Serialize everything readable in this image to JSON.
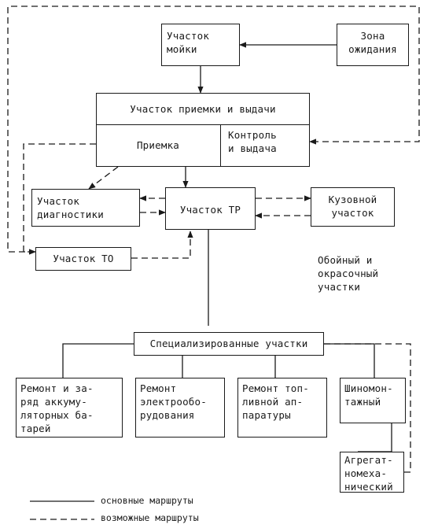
{
  "nodes": {
    "washing": "Участок\nмойки",
    "waiting": "Зона\nожидания",
    "reception_issue": "Участок приемки и выдачи",
    "reception": "Приемка",
    "control_issue": "Контроль\nи выдача",
    "diagnostics": "Участок\nдиагностики",
    "tr": "Участок ТР",
    "body": "Кузовной\nучасток",
    "to": "Участок ТО",
    "upholstery_paint": "Обойный и\nокрасочный\nучастки",
    "specialized": "Специализированные участки",
    "battery": "Ремонт и за-\nряд аккуму-\nляторных ба-\nтарей",
    "electrical": "Ремонт\nэлектрообо-\nрудования",
    "fuel": "Ремонт топ-\nливной ап-\nпаратуры",
    "tire": "Шиномон-\nтажный",
    "aggregate": "Агрегат-\nномеха-\nнический"
  },
  "legend": {
    "main": "основные маршруты",
    "possible": "возможные маршруты"
  }
}
